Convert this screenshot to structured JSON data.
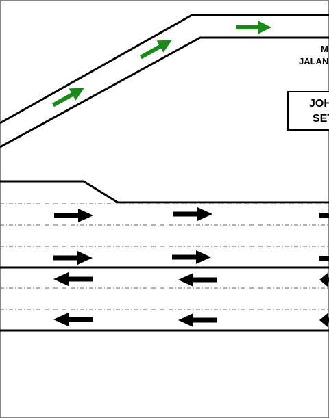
{
  "labels": {
    "top_line1": "M",
    "top_line2": "JALAN"
  },
  "sign": {
    "line1": "JOH",
    "line2": "SET"
  },
  "colors": {
    "ramp_arrow": "#1a8a1a",
    "lane_arrow": "#000000",
    "road_edge": "#000000",
    "lane_divider": "#555555"
  },
  "arrows": {
    "ramp_direction": "up-right",
    "upper_carriageway_direction": "right",
    "lower_carriageway_direction": "left"
  }
}
